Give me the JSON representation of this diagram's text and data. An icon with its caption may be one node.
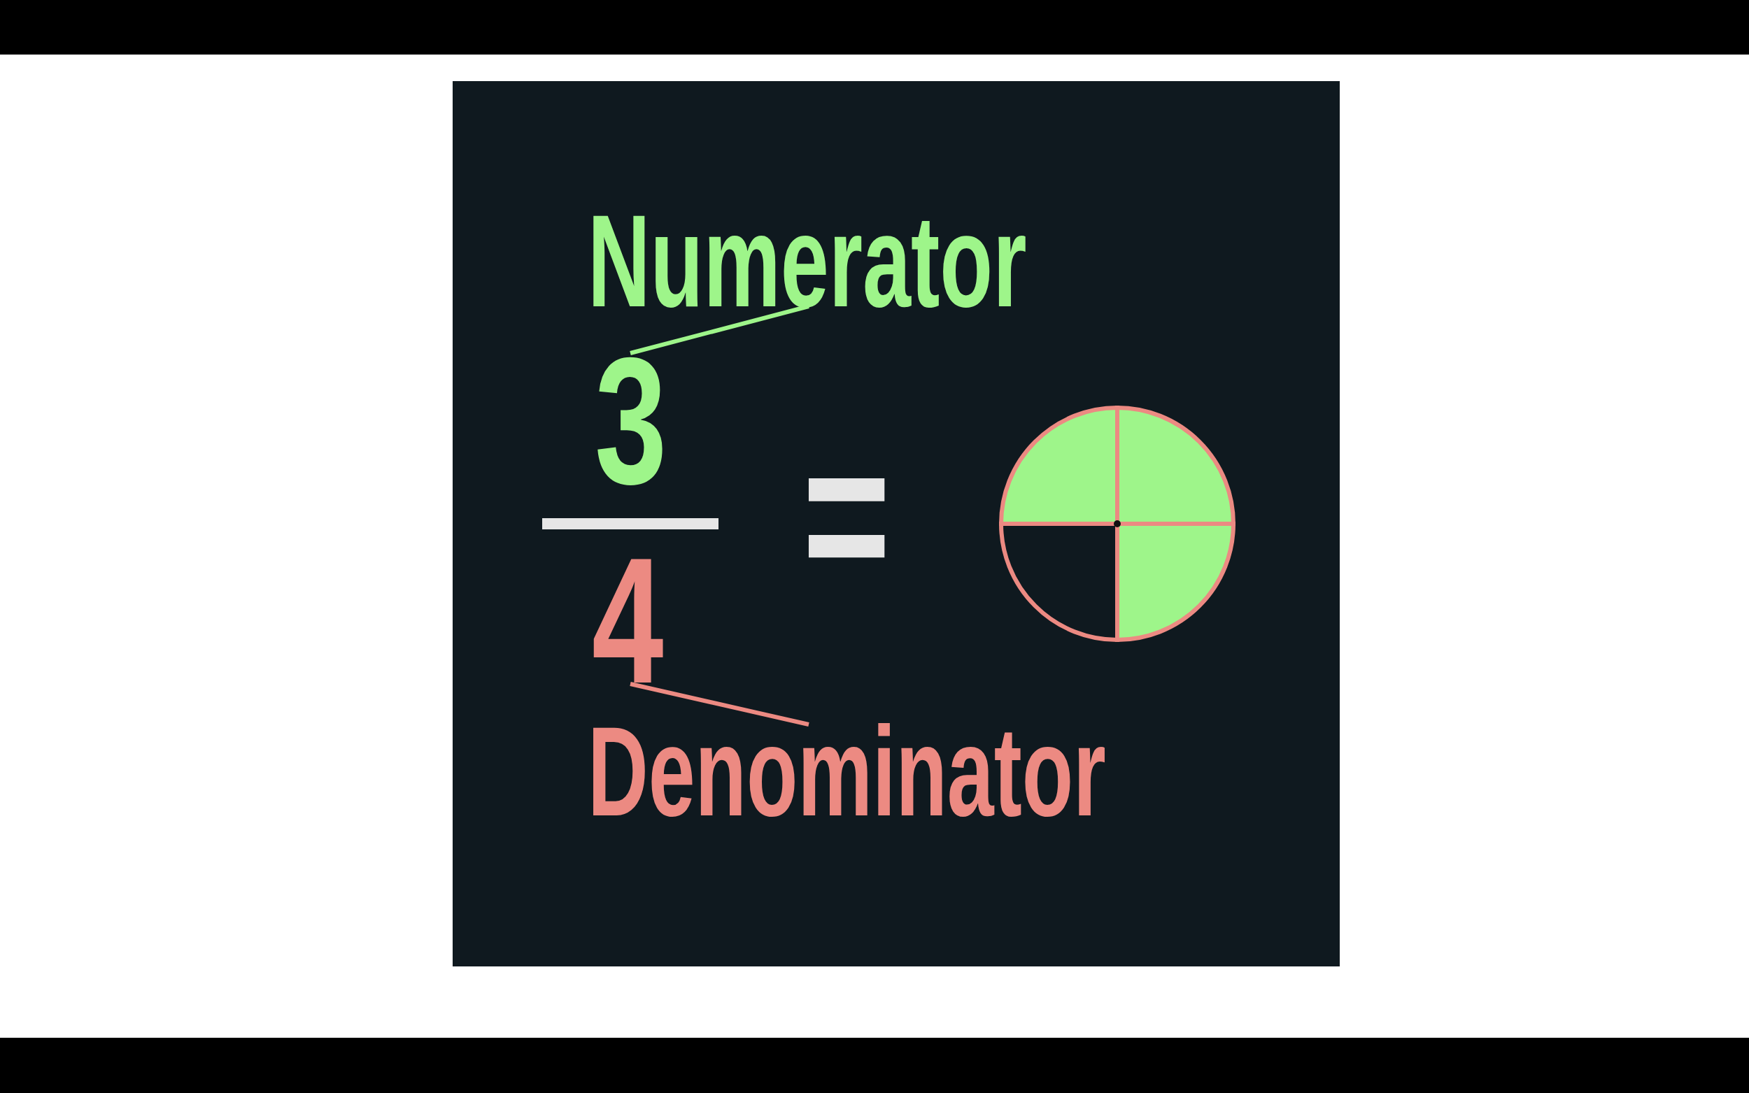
{
  "diagram": {
    "nodes": [
      {
        "text": [
          "Numerator"
        ]
      },
      {
        "text": [
          "3"
        ]
      },
      {
        "text": [],
        "shape": "bar"
      },
      {
        "text": [
          "4"
        ]
      },
      {
        "text": [
          "Denominator"
        ]
      }
    ],
    "edges": [
      {
        "from": 0,
        "to": 1,
        "arrow": "none",
        "color": "#9ef58a"
      },
      {
        "from": 4,
        "to": 3,
        "arrow": "none",
        "color": "#ec8a82"
      }
    ],
    "labels": [
      "="
    ]
  }
}
